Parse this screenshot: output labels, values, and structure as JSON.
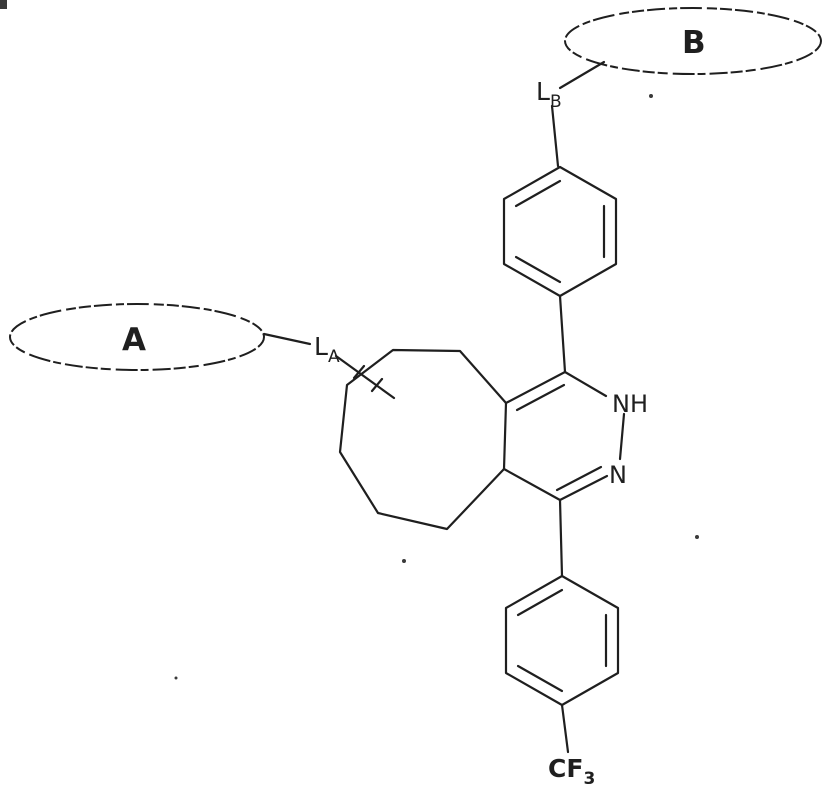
{
  "figure": {
    "background": "#ffffff",
    "ink_color": "#1f1f1f",
    "groups": {
      "a_label": "A",
      "b_label": "B",
      "linker_a": {
        "main": "L",
        "sub": "A"
      },
      "linker_b": {
        "main": "L",
        "sub": "B"
      },
      "nh_label": "NH",
      "n_label": "N",
      "cf3": {
        "main": "CF",
        "sub": "3"
      }
    }
  }
}
